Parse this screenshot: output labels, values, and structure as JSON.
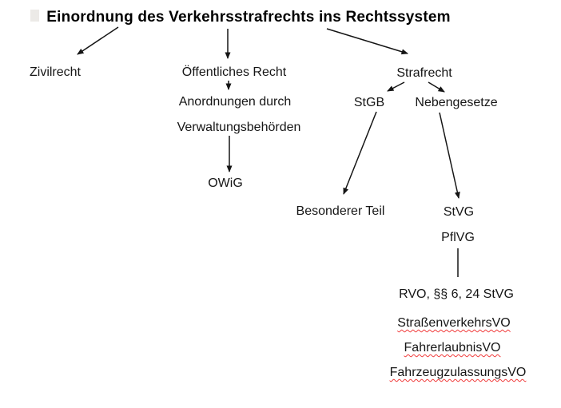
{
  "title": "Einordnung des Verkehrsstrafrechts ins Rechtssystem",
  "nodes": {
    "zivilrecht": "Zivilrecht",
    "oeffentliches_recht": "Öffentliches Recht",
    "strafrecht": "Strafrecht",
    "anordnungen_durch": "Anordnungen durch",
    "verwaltungsbehoerden": "Verwaltungsbehörden",
    "owig": "OWiG",
    "stgb": "StGB",
    "nebengesetze": "Nebengesetze",
    "besonderer_teil": "Besonderer Teil",
    "stvg": "StVG",
    "pflvg": "PflVG",
    "rvo": "RVO, §§ 6, 24 StVG",
    "strassenverkehrsvo": "StraßenverkehrsVO",
    "fahrerlaubnisvo": "FahrerlaubnisVO",
    "fahrzeugzulassungsvo": "FahrzeugzulassungsVO"
  },
  "colors": {
    "background": "#ffffff",
    "text": "#0d0d0d",
    "arrow": "#151515",
    "spellcheck_underline": "#f03a3a"
  }
}
